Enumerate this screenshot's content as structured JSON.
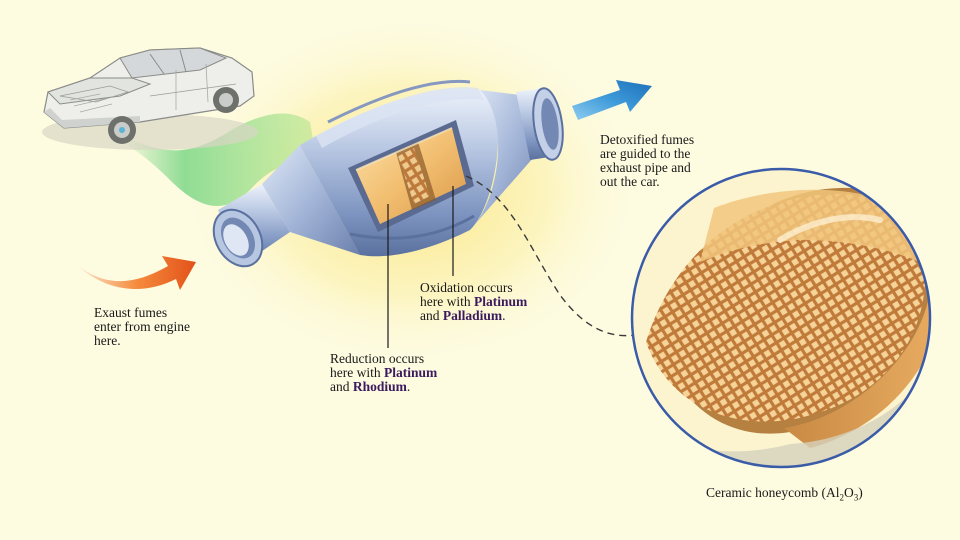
{
  "labels": {
    "exhaust": [
      "Exaust fumes",
      "enter from engine",
      "here."
    ],
    "detox": [
      "Detoxified fumes",
      "are guided to the",
      "exhaust pipe and",
      "out the car."
    ],
    "oxidation": {
      "line1": "Oxidation occurs",
      "line2_prefix": "here with ",
      "metal1": "Platinum",
      "line3_prefix": "and ",
      "metal2": "Palladium",
      "line3_suffix": "."
    },
    "reduction": {
      "line1": "Reduction occurs",
      "line2_prefix": "here with ",
      "metal1": "Platinum",
      "line3_prefix": "and ",
      "metal2": "Rhodium",
      "line3_suffix": "."
    },
    "ceramic": {
      "prefix": "Ceramic honeycomb (Al",
      "sub1": "2",
      "mid": "O",
      "sub2": "3",
      "suffix": ")"
    }
  },
  "colors": {
    "background": "#fdfbe0",
    "glow": "#fbe98a",
    "metal_text": "#3b1a5e",
    "converter_body": "#aebfdd",
    "ceramic": "#f2c27c",
    "green_fumes": "#8fd98a",
    "orange_arrow": "#e8601c",
    "blue_arrow": "#2f86c9",
    "zoom_ring": "#3a5ba8"
  }
}
